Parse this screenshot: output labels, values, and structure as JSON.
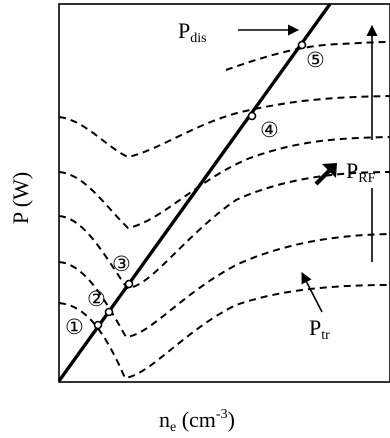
{
  "axis": {
    "y_label": "P (W)",
    "x_label_main": "n",
    "x_label_sub": "e",
    "x_label_unit": " (cm",
    "x_label_sup": "-3",
    "x_label_close": ")"
  },
  "labels": {
    "p_dis_main": "P",
    "p_dis_sub": "dis",
    "p_rf_main": "P",
    "p_rf_sub": "RF",
    "p_tr_main": "P",
    "p_tr_sub": "tr"
  },
  "points": [
    "①",
    "②",
    "③",
    "④",
    "⑤"
  ]
}
